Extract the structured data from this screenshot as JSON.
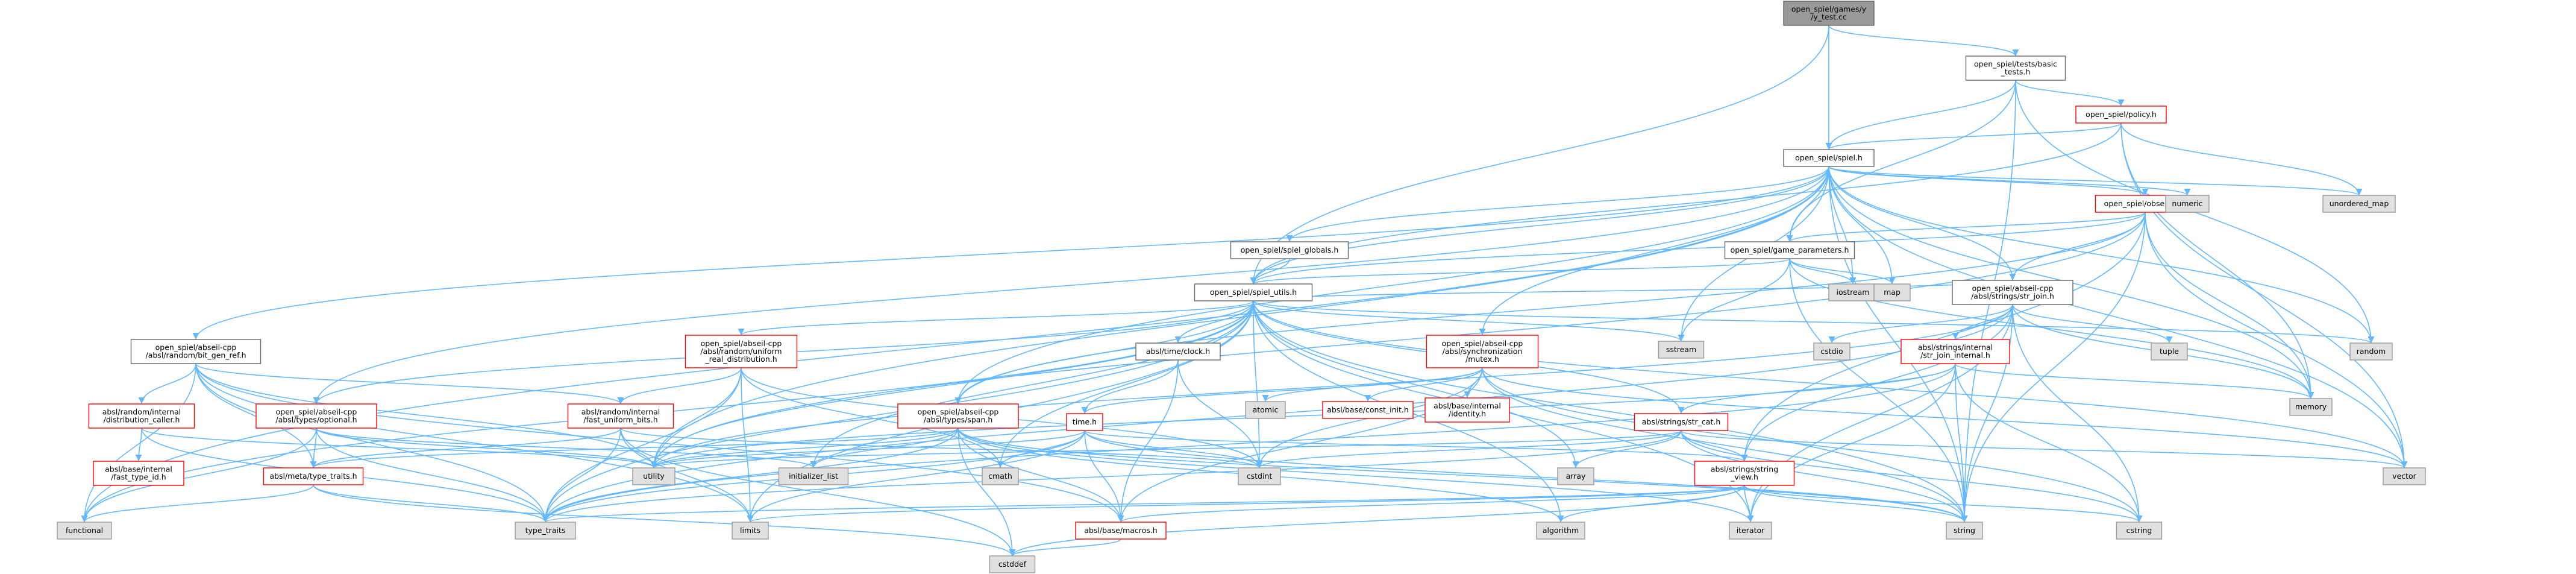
{
  "graph": {
    "colors": {
      "edge": "#63b8ff",
      "root_fill": "#999999",
      "root_stroke": "#666666",
      "normal_fill": "#ffffff",
      "normal_stroke": "#666666",
      "missing_stroke": "#ff0000",
      "system_fill": "#e0e0e0",
      "system_stroke": "#999999"
    },
    "nodes": [
      {
        "id": "n0",
        "lines": [
          "open_spiel/games/y",
          "/y_test.cc"
        ],
        "kind": "root"
      },
      {
        "id": "n1",
        "lines": [
          "open_spiel/tests/basic",
          "_tests.h"
        ],
        "kind": "normal"
      },
      {
        "id": "n2",
        "lines": [
          "open_spiel/policy.h"
        ],
        "kind": "missing"
      },
      {
        "id": "n3",
        "lines": [
          "open_spiel/spiel.h"
        ],
        "kind": "normal"
      },
      {
        "id": "n4",
        "lines": [
          "open_spiel/observer.h"
        ],
        "kind": "missing"
      },
      {
        "id": "n5",
        "lines": [
          "open_spiel/spiel_globals.h"
        ],
        "kind": "normal"
      },
      {
        "id": "n6",
        "lines": [
          "open_spiel/game_parameters.h"
        ],
        "kind": "normal"
      },
      {
        "id": "n7",
        "lines": [
          "open_spiel/spiel_utils.h"
        ],
        "kind": "normal"
      },
      {
        "id": "n8",
        "lines": [
          "open_spiel/abseil-cpp",
          "/absl/strings/str_join.h"
        ],
        "kind": "normal"
      },
      {
        "id": "n9",
        "lines": [
          "open_spiel/abseil-cpp",
          "/absl/random/bit_gen_ref.h"
        ],
        "kind": "normal"
      },
      {
        "id": "n10",
        "lines": [
          "open_spiel/abseil-cpp",
          "/absl/random/uniform",
          "_real_distribution.h"
        ],
        "kind": "missing"
      },
      {
        "id": "n11",
        "lines": [
          "absl/time/clock.h"
        ],
        "kind": "normal"
      },
      {
        "id": "n12",
        "lines": [
          "open_spiel/abseil-cpp",
          "/absl/synchronization",
          "/mutex.h"
        ],
        "kind": "missing"
      },
      {
        "id": "n13",
        "lines": [
          "absl/strings/internal",
          "/str_join_internal.h"
        ],
        "kind": "missing"
      },
      {
        "id": "n14",
        "lines": [
          "absl/random/internal",
          "/distribution_caller.h"
        ],
        "kind": "missing"
      },
      {
        "id": "n15",
        "lines": [
          "open_spiel/abseil-cpp",
          "/absl/types/optional.h"
        ],
        "kind": "missing"
      },
      {
        "id": "n16",
        "lines": [
          "absl/random/internal",
          "/fast_uniform_bits.h"
        ],
        "kind": "missing"
      },
      {
        "id": "n17",
        "lines": [
          "open_spiel/abseil-cpp",
          "/absl/types/span.h"
        ],
        "kind": "missing"
      },
      {
        "id": "n18",
        "lines": [
          "time.h"
        ],
        "kind": "missing"
      },
      {
        "id": "n19",
        "lines": [
          "absl/base/const_init.h"
        ],
        "kind": "missing"
      },
      {
        "id": "n20",
        "lines": [
          "absl/base/internal",
          "/identity.h"
        ],
        "kind": "missing"
      },
      {
        "id": "n21",
        "lines": [
          "absl/strings/str_cat.h"
        ],
        "kind": "missing"
      },
      {
        "id": "n22",
        "lines": [
          "absl/base/internal",
          "/fast_type_id.h"
        ],
        "kind": "missing"
      },
      {
        "id": "n23",
        "lines": [
          "absl/meta/type_traits.h"
        ],
        "kind": "missing"
      },
      {
        "id": "n24",
        "lines": [
          "absl/strings/string",
          "_view.h"
        ],
        "kind": "missing"
      },
      {
        "id": "n25",
        "lines": [
          "absl/base/macros.h"
        ],
        "kind": "missing"
      },
      {
        "id": "s_numeric",
        "lines": [
          "numeric"
        ],
        "kind": "system"
      },
      {
        "id": "s_unordered_map",
        "lines": [
          "unordered_map"
        ],
        "kind": "system"
      },
      {
        "id": "s_iostream",
        "lines": [
          "iostream"
        ],
        "kind": "system"
      },
      {
        "id": "s_map",
        "lines": [
          "map"
        ],
        "kind": "system"
      },
      {
        "id": "s_sstream",
        "lines": [
          "sstream"
        ],
        "kind": "system"
      },
      {
        "id": "s_cstdio",
        "lines": [
          "cstdio"
        ],
        "kind": "system"
      },
      {
        "id": "s_tuple",
        "lines": [
          "tuple"
        ],
        "kind": "system"
      },
      {
        "id": "s_random",
        "lines": [
          "random"
        ],
        "kind": "system"
      },
      {
        "id": "s_memory",
        "lines": [
          "memory"
        ],
        "kind": "system"
      },
      {
        "id": "s_atomic",
        "lines": [
          "atomic"
        ],
        "kind": "system"
      },
      {
        "id": "s_vector",
        "lines": [
          "vector"
        ],
        "kind": "system"
      },
      {
        "id": "s_utility",
        "lines": [
          "utility"
        ],
        "kind": "system"
      },
      {
        "id": "s_initializer_list",
        "lines": [
          "initializer_list"
        ],
        "kind": "system"
      },
      {
        "id": "s_cmath",
        "lines": [
          "cmath"
        ],
        "kind": "system"
      },
      {
        "id": "s_cstdint",
        "lines": [
          "cstdint"
        ],
        "kind": "system"
      },
      {
        "id": "s_array",
        "lines": [
          "array"
        ],
        "kind": "system"
      },
      {
        "id": "s_functional",
        "lines": [
          "functional"
        ],
        "kind": "system"
      },
      {
        "id": "s_type_traits",
        "lines": [
          "type_traits"
        ],
        "kind": "system"
      },
      {
        "id": "s_limits",
        "lines": [
          "limits"
        ],
        "kind": "system"
      },
      {
        "id": "s_algorithm",
        "lines": [
          "algorithm"
        ],
        "kind": "system"
      },
      {
        "id": "s_iterator",
        "lines": [
          "iterator"
        ],
        "kind": "system"
      },
      {
        "id": "s_string",
        "lines": [
          "string"
        ],
        "kind": "system"
      },
      {
        "id": "s_cstring",
        "lines": [
          "cstring"
        ],
        "kind": "system"
      },
      {
        "id": "s_cstddef",
        "lines": [
          "cstddef"
        ],
        "kind": "system"
      }
    ],
    "edges": [
      [
        "n0",
        "n1"
      ],
      [
        "n0",
        "n3"
      ],
      [
        "n0",
        "n7"
      ],
      [
        "n1",
        "n2"
      ],
      [
        "n1",
        "n3"
      ],
      [
        "n1",
        "n6"
      ],
      [
        "n1",
        "s_random"
      ],
      [
        "n1",
        "s_string"
      ],
      [
        "n2",
        "n3"
      ],
      [
        "n2",
        "n7"
      ],
      [
        "n2",
        "s_unordered_map"
      ],
      [
        "n2",
        "s_memory"
      ],
      [
        "n2",
        "s_vector"
      ],
      [
        "n3",
        "n4"
      ],
      [
        "n3",
        "n5"
      ],
      [
        "n3",
        "n6"
      ],
      [
        "n3",
        "n7"
      ],
      [
        "n3",
        "n8"
      ],
      [
        "n3",
        "n9"
      ],
      [
        "n3",
        "n12"
      ],
      [
        "n3",
        "n15"
      ],
      [
        "n3",
        "n17"
      ],
      [
        "n3",
        "s_numeric"
      ],
      [
        "n3",
        "s_unordered_map"
      ],
      [
        "n3",
        "s_iostream"
      ],
      [
        "n3",
        "s_map"
      ],
      [
        "n3",
        "s_sstream"
      ],
      [
        "n3",
        "s_random"
      ],
      [
        "n3",
        "s_memory"
      ],
      [
        "n3",
        "s_vector"
      ],
      [
        "n3",
        "s_utility"
      ],
      [
        "n3",
        "s_functional"
      ],
      [
        "n3",
        "s_string"
      ],
      [
        "n4",
        "n6"
      ],
      [
        "n4",
        "n7"
      ],
      [
        "n4",
        "n8"
      ],
      [
        "n4",
        "n17"
      ],
      [
        "n4",
        "n24"
      ],
      [
        "n4",
        "s_memory"
      ],
      [
        "n4",
        "s_vector"
      ],
      [
        "n4",
        "s_string"
      ],
      [
        "n4",
        "s_utility"
      ],
      [
        "n5",
        "n7"
      ],
      [
        "n6",
        "n7"
      ],
      [
        "n6",
        "s_iostream"
      ],
      [
        "n6",
        "s_map"
      ],
      [
        "n6",
        "s_memory"
      ],
      [
        "n6",
        "s_string"
      ],
      [
        "n6",
        "s_sstream"
      ],
      [
        "n7",
        "n8"
      ],
      [
        "n7",
        "n10"
      ],
      [
        "n7",
        "n11"
      ],
      [
        "n7",
        "n15"
      ],
      [
        "n7",
        "n17"
      ],
      [
        "n7",
        "n21"
      ],
      [
        "n7",
        "s_sstream"
      ],
      [
        "n7",
        "s_random"
      ],
      [
        "n7",
        "s_vector"
      ],
      [
        "n7",
        "s_utility"
      ],
      [
        "n7",
        "s_cstdint"
      ],
      [
        "n7",
        "s_cmath"
      ],
      [
        "n7",
        "s_array"
      ],
      [
        "n7",
        "s_type_traits"
      ],
      [
        "n7",
        "s_algorithm"
      ],
      [
        "n7",
        "s_string"
      ],
      [
        "n7",
        "s_iterator"
      ],
      [
        "n7",
        "s_functional"
      ],
      [
        "n7",
        "s_limits"
      ],
      [
        "n7",
        "s_initializer_list"
      ],
      [
        "n8",
        "n13"
      ],
      [
        "n8",
        "n24"
      ],
      [
        "n8",
        "s_cstdio"
      ],
      [
        "n8",
        "s_tuple"
      ],
      [
        "n8",
        "s_cstring"
      ],
      [
        "n8",
        "s_iterator"
      ],
      [
        "n8",
        "s_string"
      ],
      [
        "n8",
        "s_type_traits"
      ],
      [
        "n8",
        "s_utility"
      ],
      [
        "n8",
        "s_memory"
      ],
      [
        "n9",
        "n14"
      ],
      [
        "n9",
        "n16"
      ],
      [
        "n9",
        "n23"
      ],
      [
        "n9",
        "s_limits"
      ],
      [
        "n9",
        "s_type_traits"
      ],
      [
        "n9",
        "s_utility"
      ],
      [
        "n9",
        "n25"
      ],
      [
        "n9",
        "s_functional"
      ],
      [
        "n10",
        "n16"
      ],
      [
        "n10",
        "s_cmath"
      ],
      [
        "n10",
        "s_cstdint"
      ],
      [
        "n10",
        "s_limits"
      ],
      [
        "n10",
        "s_type_traits"
      ],
      [
        "n10",
        "s_utility"
      ],
      [
        "n11",
        "n25"
      ],
      [
        "n11",
        "s_cstdint"
      ],
      [
        "n11",
        "n18"
      ],
      [
        "n12",
        "n19"
      ],
      [
        "n12",
        "n20"
      ],
      [
        "n12",
        "s_atomic"
      ],
      [
        "n12",
        "s_cstdint"
      ],
      [
        "n12",
        "s_string"
      ],
      [
        "n12",
        "n18"
      ],
      [
        "n12",
        "n25"
      ],
      [
        "n12",
        "s_cstring"
      ],
      [
        "n12",
        "s_vector"
      ],
      [
        "n13",
        "n21"
      ],
      [
        "n13",
        "s_cstring"
      ],
      [
        "n13",
        "s_iterator"
      ],
      [
        "n13",
        "s_memory"
      ],
      [
        "n13",
        "s_string"
      ],
      [
        "n13",
        "s_type_traits"
      ],
      [
        "n13",
        "s_utility"
      ],
      [
        "n14",
        "n22"
      ],
      [
        "n14",
        "s_utility"
      ],
      [
        "n14",
        "s_type_traits"
      ],
      [
        "n15",
        "n23"
      ],
      [
        "n15",
        "s_functional"
      ],
      [
        "n15",
        "s_type_traits"
      ],
      [
        "n15",
        "s_utility"
      ],
      [
        "n15",
        "s_initializer_list"
      ],
      [
        "n16",
        "n23"
      ],
      [
        "n16",
        "s_cstddef"
      ],
      [
        "n16",
        "s_cstdint"
      ],
      [
        "n16",
        "s_limits"
      ],
      [
        "n16",
        "s_type_traits"
      ],
      [
        "n17",
        "n23"
      ],
      [
        "n17",
        "n25"
      ],
      [
        "n17",
        "s_algorithm"
      ],
      [
        "n17",
        "s_cstddef"
      ],
      [
        "n17",
        "s_initializer_list"
      ],
      [
        "n17",
        "s_iterator"
      ],
      [
        "n17",
        "s_type_traits"
      ],
      [
        "n17",
        "s_utility"
      ],
      [
        "n17",
        "s_string"
      ],
      [
        "n18",
        "s_cstdint"
      ],
      [
        "n18",
        "s_cmath"
      ],
      [
        "n18",
        "s_string"
      ],
      [
        "n18",
        "n24"
      ],
      [
        "n18",
        "s_type_traits"
      ],
      [
        "n18",
        "n25"
      ],
      [
        "n18",
        "s_limits"
      ],
      [
        "n18",
        "s_utility"
      ],
      [
        "n21",
        "n24"
      ],
      [
        "n21",
        "s_array"
      ],
      [
        "n21",
        "s_cstdint"
      ],
      [
        "n21",
        "s_string"
      ],
      [
        "n21",
        "s_type_traits"
      ],
      [
        "n21",
        "s_utility"
      ],
      [
        "n21",
        "s_vector"
      ],
      [
        "n21",
        "s_cstring"
      ],
      [
        "n23",
        "s_cstddef"
      ],
      [
        "n23",
        "s_functional"
      ],
      [
        "n23",
        "s_type_traits"
      ],
      [
        "n24",
        "s_algorithm"
      ],
      [
        "n24",
        "s_cstddef"
      ],
      [
        "n24",
        "s_cstring"
      ],
      [
        "n24",
        "s_iterator"
      ],
      [
        "n24",
        "s_limits"
      ],
      [
        "n24",
        "s_string"
      ],
      [
        "n24",
        "n25"
      ],
      [
        "n24",
        "s_type_traits"
      ],
      [
        "n25",
        "s_cstddef"
      ]
    ]
  }
}
